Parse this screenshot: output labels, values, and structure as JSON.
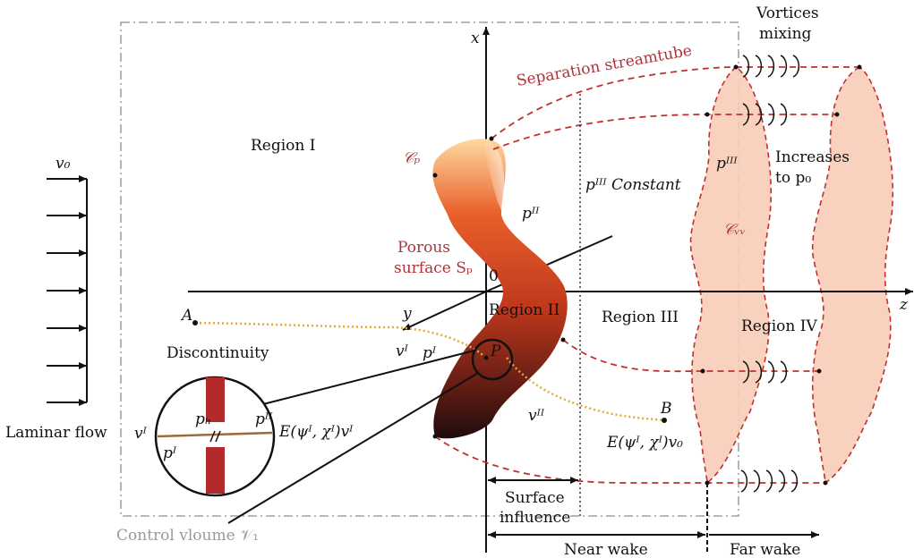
{
  "labels": {
    "x_axis": "x",
    "z_axis": "z",
    "y_axis": "y",
    "origin": "0",
    "v0": "v₀",
    "laminar_flow": "Laminar flow",
    "region_i": "Region I",
    "region_ii": "Region II",
    "region_iii": "Region III",
    "region_iv": "Region IV",
    "cp": "𝒞ₚ",
    "cw": "𝒞ᵥᵥ",
    "separation_streamtube": "Separation streamtube",
    "porous_surface_line1": "Porous",
    "porous_surface_line2": "surface Sₚ",
    "p_ii_surface": "pᴵᴵ",
    "p_iii_constant": "pᴵᴵᴵ  Constant",
    "p_iii_far": "pᴵᴵᴵ",
    "increases_line1": "Increases",
    "increases_line2": "to p₀",
    "vortices_line1": "Vortices",
    "vortices_line2": "mixing",
    "point_a": "A",
    "point_b": "B",
    "point_p": "P",
    "v_i_mid": "vᴵ",
    "p_i_mid": "pᴵ",
    "v_ii": "vᴵᴵ",
    "e_v0": "E(ψᴵ, χᴵ)v₀",
    "discontinuity": "Discontinuity",
    "disc_v_i": "vᴵ",
    "disc_p_i": "pᴵ",
    "disc_p_h": "pₕ",
    "disc_p_ii": "pᴵᴵ",
    "disc_e_vi": "E(ψᴵ, χᴵ)vᴵ",
    "surface_influence_line1": "Surface",
    "surface_influence_line2": "influence",
    "near_wake": "Near wake",
    "far_wake": "Far wake",
    "control_volume": "Control vloume 𝒱₁"
  },
  "colors": {
    "streamtube": "#c0302f",
    "wake_fill": "#f7cdb8",
    "insert_bar": "#b22a2a",
    "dotted_path": "#e0a93a",
    "control_volume": "#9a9a9a"
  }
}
